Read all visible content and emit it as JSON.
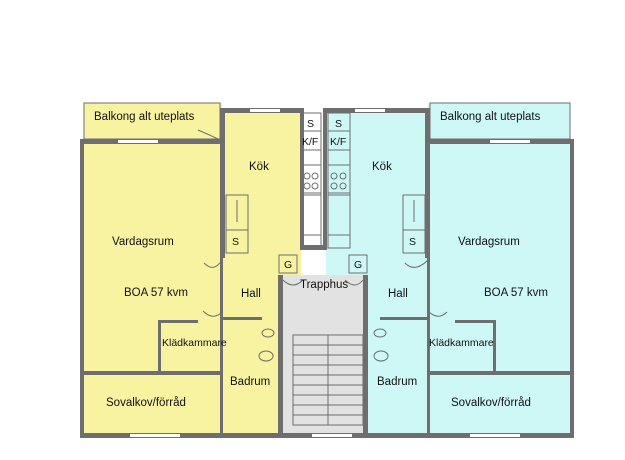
{
  "colors": {
    "left_unit": "#f7f3a1",
    "right_unit": "#cdf8f6",
    "stair": "#e2e2e2",
    "wall": "#6e6e6e"
  },
  "labels": {
    "balcony": "Balkong alt uteplats",
    "kitchen": "Kök",
    "living": "Vardagsrum",
    "area": "BOA 57 kvm",
    "hall": "Hall",
    "closet": "Klädkammare",
    "bath": "Badrum",
    "bedroom": "Sovalkov/förråd",
    "stairwell": "Trapphus",
    "s": "S",
    "kf": "K/F",
    "g": "G"
  }
}
